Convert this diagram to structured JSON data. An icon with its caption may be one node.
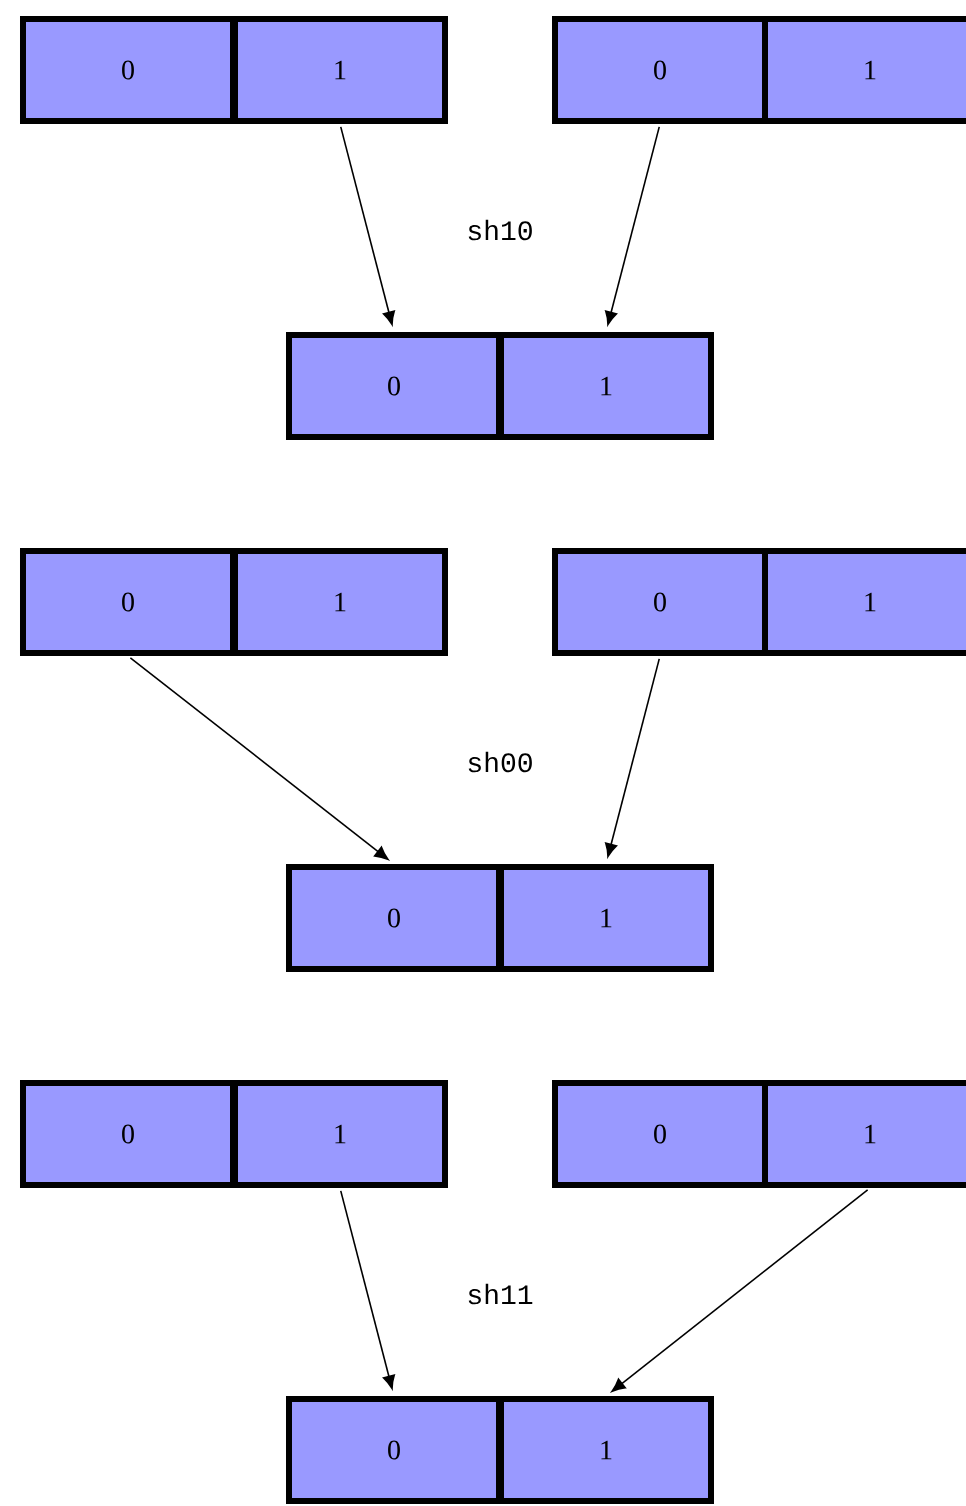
{
  "diagram": {
    "nodes": [
      {
        "text": [
          "0"
        ]
      },
      {
        "text": [
          "1"
        ]
      },
      {
        "text": [
          "0"
        ]
      },
      {
        "text": [
          "1"
        ]
      },
      {
        "text": [
          "0"
        ]
      },
      {
        "text": [
          "1"
        ]
      },
      {
        "text": [
          "0"
        ]
      },
      {
        "text": [
          "1"
        ]
      },
      {
        "text": [
          "0"
        ]
      },
      {
        "text": [
          "1"
        ]
      },
      {
        "text": [
          "0"
        ]
      },
      {
        "text": [
          "1"
        ]
      },
      {
        "text": [
          "0"
        ]
      },
      {
        "text": [
          "1"
        ]
      },
      {
        "text": [
          "0"
        ]
      },
      {
        "text": [
          "1"
        ]
      },
      {
        "text": [
          "0"
        ]
      },
      {
        "text": [
          "1"
        ]
      }
    ],
    "edges": [
      {
        "from": 1,
        "to": 4,
        "arrow": "to"
      },
      {
        "from": 2,
        "to": 5,
        "arrow": "to"
      },
      {
        "from": 6,
        "to": 10,
        "arrow": "to"
      },
      {
        "from": 8,
        "to": 11,
        "arrow": "to"
      },
      {
        "from": 13,
        "to": 16,
        "arrow": "to"
      },
      {
        "from": 15,
        "to": 17,
        "arrow": "to"
      }
    ],
    "labels": [
      "sh10",
      "sh00",
      "sh11"
    ]
  }
}
